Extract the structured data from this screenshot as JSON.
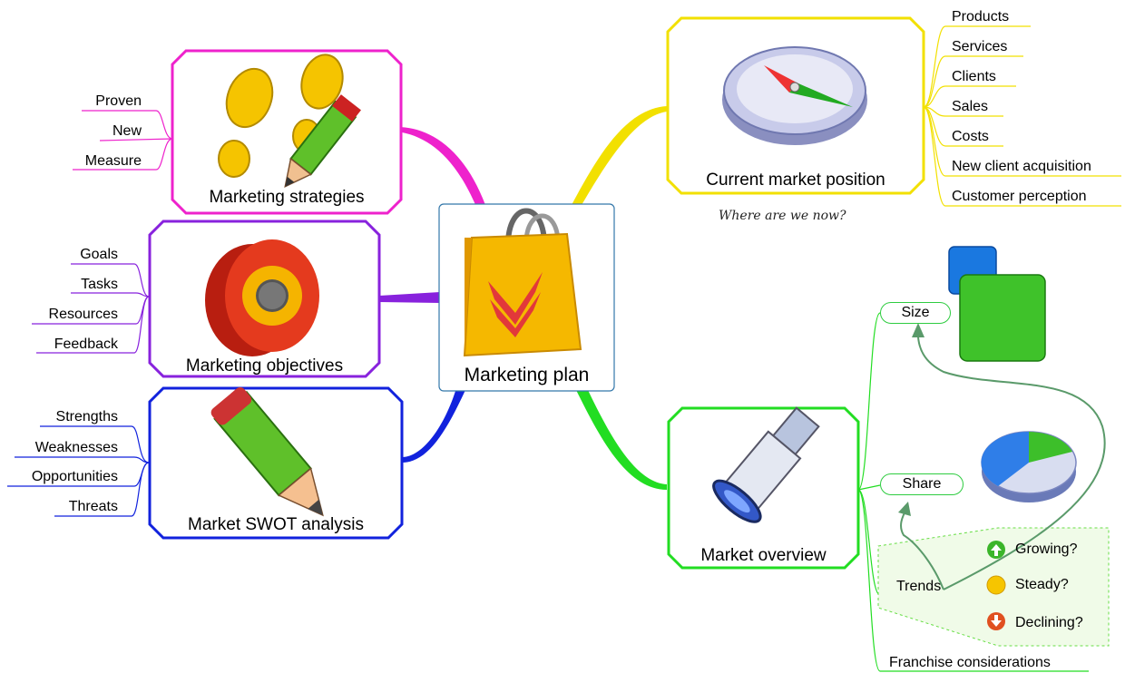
{
  "center": {
    "title": "Marketing plan"
  },
  "branches": {
    "strategies": {
      "title": "Marketing strategies",
      "color": "#ee22cc",
      "items": [
        "Proven",
        "New",
        "Measure"
      ]
    },
    "objectives": {
      "title": "Marketing objectives",
      "color": "#8822dd",
      "items": [
        "Goals",
        "Tasks",
        "Resources",
        "Feedback"
      ]
    },
    "swot": {
      "title": "Market SWOT analysis",
      "color": "#1122dd",
      "items": [
        "Strengths",
        "Weaknesses",
        "Opportunities",
        "Threats"
      ]
    },
    "position": {
      "title": "Current market position",
      "color": "#f2e000",
      "note": "Where are we now?",
      "items": [
        "Products",
        "Services",
        "Clients",
        "Sales",
        "Costs",
        "New client acquisition",
        "Customer perception"
      ]
    },
    "overview": {
      "title": "Market overview",
      "color": "#22dd22",
      "size_label": "Size",
      "share_label": "Share",
      "trends_label": "Trends",
      "trend_items": [
        "Growing?",
        "Steady?",
        "Declining?"
      ],
      "franchise_label": "Franchise considerations"
    }
  },
  "icons": {
    "center": "shopping-bag-icon",
    "strategies": "footprints-pencil-icon",
    "objectives": "target-icon",
    "swot": "pencil-icon",
    "position": "compass-icon",
    "overview": "telescope-icon",
    "size": "squares-icon",
    "share": "pie-chart-icon",
    "growing": "arrow-up-icon",
    "steady": "circle-icon",
    "declining": "arrow-down-icon"
  }
}
